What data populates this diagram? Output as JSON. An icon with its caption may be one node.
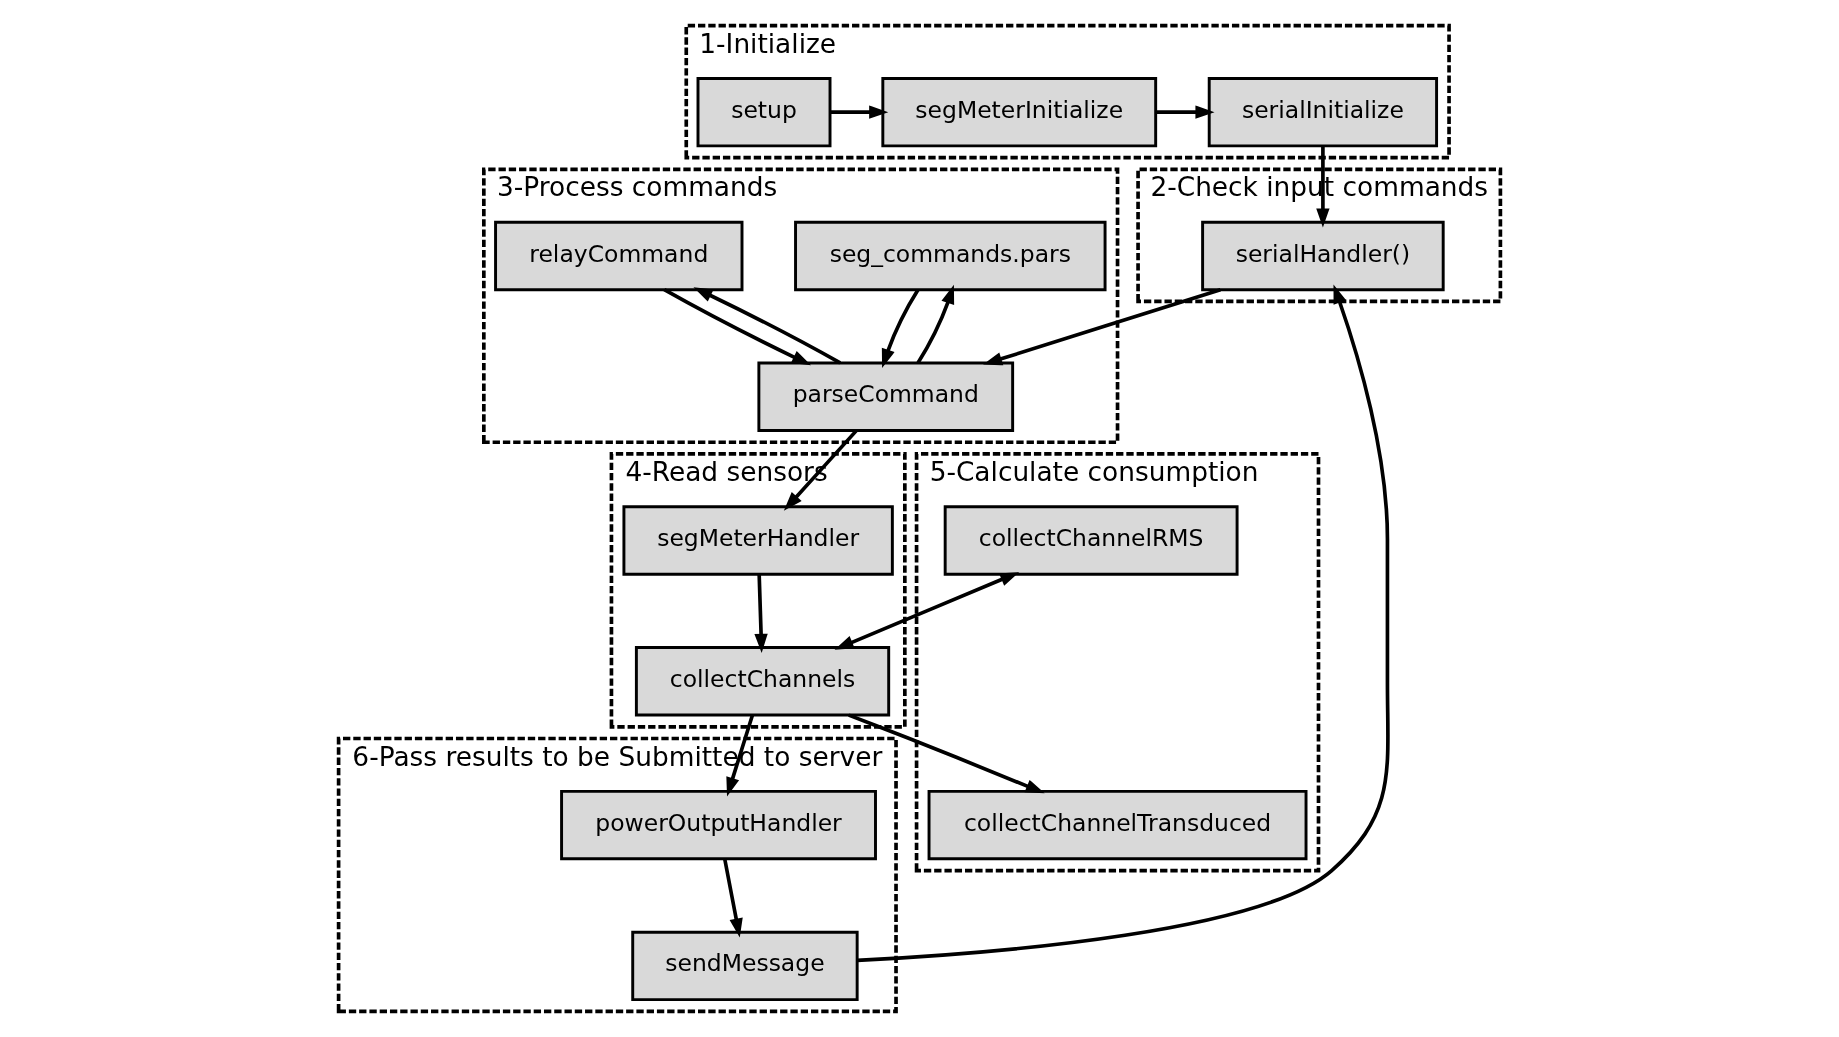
{
  "diagram": {
    "nodes": [
      {
        "text": [
          "1-Initialize"
        ]
      },
      {
        "text": [
          "setup"
        ],
        "in": 0
      },
      {
        "text": [
          "segMeterInitialize"
        ],
        "in": 0
      },
      {
        "text": [
          "serialInitialize"
        ],
        "in": 0
      },
      {
        "text": [
          "2-Check input commands"
        ]
      },
      {
        "text": [
          "serialHandler()"
        ],
        "in": 4
      },
      {
        "text": [
          "3-Process commands"
        ]
      },
      {
        "text": [
          "seg_commands.pars"
        ],
        "in": 6
      },
      {
        "text": [
          "relayCommand"
        ],
        "in": 6
      },
      {
        "text": [
          "parseCommand"
        ],
        "in": 6
      },
      {
        "text": [
          "6-Pass results to be Submitted to server"
        ]
      },
      {
        "text": [
          "sendMessage"
        ],
        "in": 10
      },
      {
        "text": [
          "powerOutputHandler"
        ],
        "in": 10
      },
      {
        "text": [
          "5-Calculate consumption"
        ]
      },
      {
        "text": [
          "collectChannelTransduced"
        ],
        "in": 13
      },
      {
        "text": [
          "collectChannelRMS"
        ],
        "in": 13
      },
      {
        "text": [
          "4-Read sensors"
        ]
      },
      {
        "text": [
          "segMeterHandler"
        ],
        "in": 16
      },
      {
        "text": [
          "collectChannels"
        ],
        "in": 16
      }
    ],
    "edges": [
      {
        "from": 1,
        "to": 2,
        "arrow": "to"
      },
      {
        "from": 2,
        "to": 3,
        "arrow": "to"
      },
      {
        "from": 3,
        "to": 5,
        "arrow": "to"
      },
      {
        "from": 5,
        "to": 9,
        "arrow": "to"
      },
      {
        "from": 9,
        "to": 7,
        "arrow": "to"
      },
      {
        "from": 7,
        "to": 9,
        "arrow": "to"
      },
      {
        "from": 9,
        "to": 8,
        "arrow": "to"
      },
      {
        "from": 8,
        "to": 9,
        "arrow": "to"
      },
      {
        "from": 9,
        "to": 17,
        "arrow": "to"
      },
      {
        "from": 17,
        "to": 18,
        "arrow": "to"
      },
      {
        "from": 18,
        "to": 14,
        "arrow": "to"
      },
      {
        "from": 15,
        "to": 18,
        "arrow": "both"
      },
      {
        "from": 18,
        "to": 12,
        "arrow": "to"
      },
      {
        "from": 12,
        "to": 11,
        "arrow": "to"
      },
      {
        "from": 11,
        "to": 5,
        "arrow": "to"
      }
    ]
  }
}
